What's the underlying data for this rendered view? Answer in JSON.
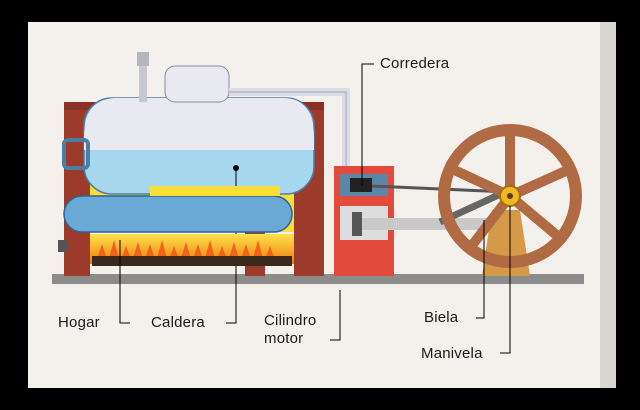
{
  "labels": {
    "hogar": "Hogar",
    "caldera": "Caldera",
    "cilindro_line1": "Cilindro",
    "cilindro_line2": "motor",
    "corredera": "Corredera",
    "biela": "Biela",
    "manivela": "Manivela"
  },
  "colors": {
    "frame": "#000000",
    "paper": "#f4f1ec",
    "brick": "#9c3a2c",
    "boiler_top": "#e9e9f1",
    "boiler_water": "#a7d7ef",
    "flue": "#6aa8d6",
    "fire": "#f59a1e",
    "flame_yellow": "#fde24a",
    "cylinder_red": "#e24a3c",
    "wheel": "#b06a44",
    "support": "#d49a4a",
    "ground": "#8c8c8c"
  }
}
